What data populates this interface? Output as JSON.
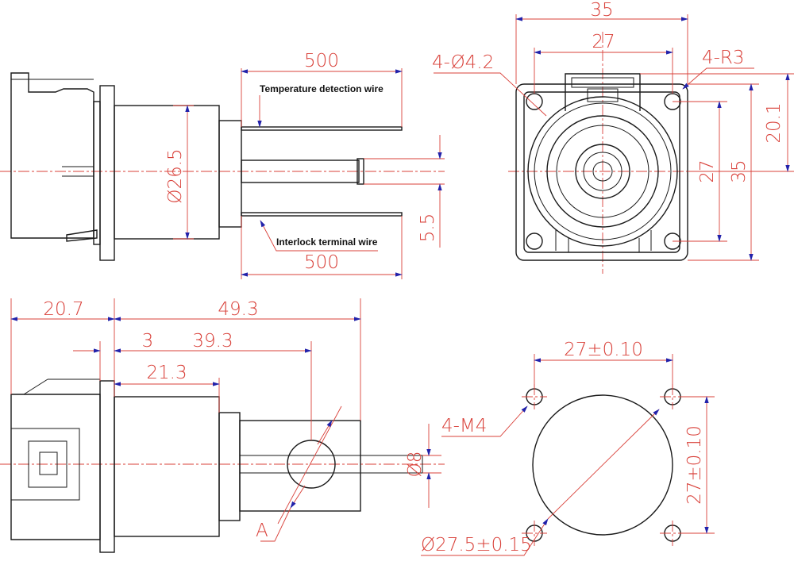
{
  "labels": {
    "temperature_wire": "Temperature detection wire",
    "interlock_wire": "Interlock terminal wire"
  },
  "dims": {
    "top_left_500_top": "500",
    "top_left_500_bottom": "500",
    "top_left_dia": "Ø26.5",
    "top_left_5_5": "5.5",
    "front_35_top": "35",
    "front_27_top": "27",
    "front_4_phi": "4-Ø4.2",
    "front_4_r3": "4-R3",
    "front_20_1": "20.1",
    "front_27_side": "27",
    "front_35_side": "35",
    "side_20_7": "20.7",
    "side_49_3": "49.3",
    "side_3": "3",
    "side_39_3": "39.3",
    "side_21_3": "21.3",
    "side_dia8": "Ø8",
    "side_A": "A",
    "panel_27_top": "27±0.10",
    "panel_27_side": "27±0.10",
    "panel_4m4": "4-M4",
    "panel_dia": "Ø27.5±0.15"
  },
  "colors": {
    "outline": "#1a1a1a",
    "dimension": "#d9413a",
    "arrow": "#2222aa"
  }
}
